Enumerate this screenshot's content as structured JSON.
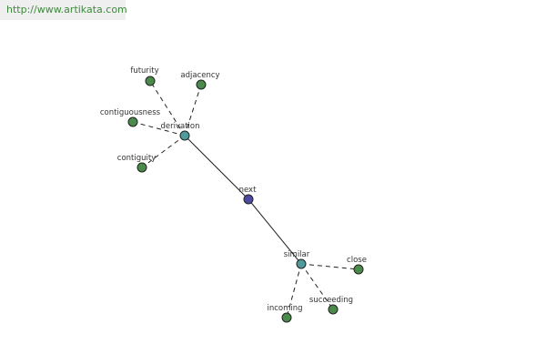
{
  "watermark": {
    "text": "http://www.artikata.com"
  },
  "colors": {
    "center": "#4a4aa0",
    "hub": "#4f9a9a",
    "leaf": "#4a8a4a",
    "watermark_text": "#3c8a3c"
  },
  "graph": {
    "nodes": [
      {
        "id": "next",
        "label": "next",
        "role": "center"
      },
      {
        "id": "derivation",
        "label": "derivation",
        "role": "hub"
      },
      {
        "id": "similar",
        "label": "similar",
        "role": "hub"
      },
      {
        "id": "futurity",
        "label": "futurity",
        "role": "leaf"
      },
      {
        "id": "adjacency",
        "label": "adjacency",
        "role": "leaf"
      },
      {
        "id": "contiguousness",
        "label": "contiguousness",
        "role": "leaf"
      },
      {
        "id": "contiguity",
        "label": "contiguity",
        "role": "leaf"
      },
      {
        "id": "close",
        "label": "close",
        "role": "leaf"
      },
      {
        "id": "succeeding",
        "label": "succeeding",
        "role": "leaf"
      },
      {
        "id": "incoming",
        "label": "incoming",
        "role": "leaf"
      }
    ],
    "edges": [
      {
        "from": "next",
        "to": "derivation",
        "style": "solid"
      },
      {
        "from": "next",
        "to": "similar",
        "style": "solid"
      },
      {
        "from": "derivation",
        "to": "futurity",
        "style": "dashed"
      },
      {
        "from": "derivation",
        "to": "adjacency",
        "style": "dashed"
      },
      {
        "from": "derivation",
        "to": "contiguousness",
        "style": "dashed"
      },
      {
        "from": "derivation",
        "to": "contiguity",
        "style": "dashed"
      },
      {
        "from": "similar",
        "to": "close",
        "style": "dashed"
      },
      {
        "from": "similar",
        "to": "succeeding",
        "style": "dashed"
      },
      {
        "from": "similar",
        "to": "incoming",
        "style": "dashed"
      }
    ]
  }
}
